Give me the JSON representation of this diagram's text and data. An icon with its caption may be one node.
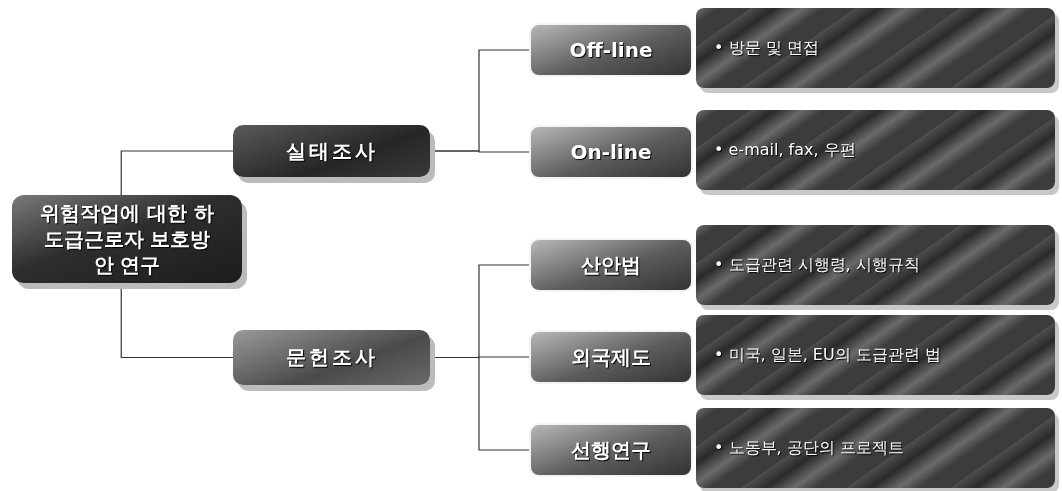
{
  "diagram": {
    "nodes": [
      {
        "text": [
          "위험작업에 대한 하도급근로자 보호방안 연구"
        ]
      },
      {
        "text": [
          "실태조사"
        ]
      },
      {
        "text": [
          "Off-line"
        ]
      },
      {
        "text": [
          "• 방문 및 면접"
        ]
      },
      {
        "text": [
          "On-line"
        ]
      },
      {
        "text": [
          "• e-mail, fax, 우편"
        ]
      },
      {
        "text": [
          "문헌조사"
        ]
      },
      {
        "text": [
          "산안법"
        ]
      },
      {
        "text": [
          "• 도급관련 시행령, 시행규칙"
        ]
      },
      {
        "text": [
          "외국제도"
        ]
      },
      {
        "text": [
          "• 미국, 일본, EU의 도급관련 법"
        ]
      },
      {
        "text": [
          "선행연구"
        ]
      },
      {
        "text": [
          "• 노동부, 공단의 프로젝트"
        ]
      }
    ],
    "edges": [
      {
        "from": 0,
        "to": 1,
        "arrow": "none"
      },
      {
        "from": 0,
        "to": 6,
        "arrow": "none"
      },
      {
        "from": 1,
        "to": 2,
        "arrow": "none"
      },
      {
        "from": 1,
        "to": 4,
        "arrow": "none"
      },
      {
        "from": 6,
        "to": 7,
        "arrow": "none"
      },
      {
        "from": 6,
        "to": 9,
        "arrow": "none"
      },
      {
        "from": 6,
        "to": 11,
        "arrow": "none"
      }
    ]
  }
}
